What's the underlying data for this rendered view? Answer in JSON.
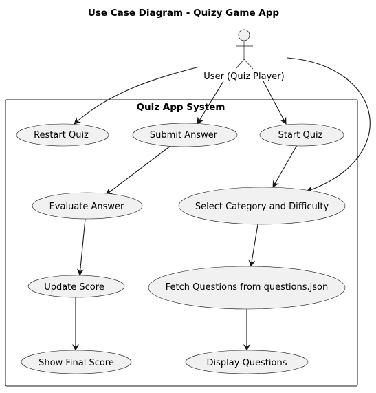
{
  "diagram": {
    "title": "Use Case Diagram - Quizy Game App",
    "system_label": "Quiz App System",
    "actor": {
      "label": "User (Quiz Player)"
    },
    "use_cases": {
      "restart_quiz": "Restart Quiz",
      "submit_answer": "Submit Answer",
      "start_quiz": "Start Quiz",
      "evaluate_answer": "Evaluate Answer",
      "select_category": "Select Category and Difficulty",
      "update_score": "Update Score",
      "fetch_questions": "Fetch Questions from questions.json",
      "show_final_score": "Show Final Score",
      "display_questions": "Display Questions"
    },
    "colors": {
      "use_case_fill": "#f1f1f1",
      "line": "#181818",
      "background": "#ffffff"
    }
  }
}
